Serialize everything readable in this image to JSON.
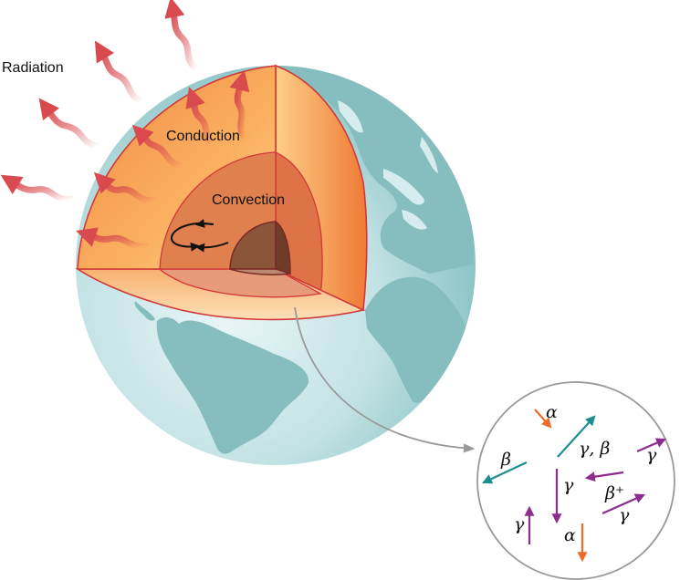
{
  "diagram": {
    "labels": {
      "radiation": "Radiation",
      "conduction": "Conduction",
      "convection": "Convection"
    },
    "colors": {
      "globe_ocean_light": "#e4f3f5",
      "globe_ocean_dark": "#7fbcbd",
      "globe_land": "#88bfc0",
      "crust_orange": "#f0883e",
      "crust_light": "#fdd28a",
      "mantle": "#e0804e",
      "core": "#8a5538",
      "outline_red": "#d2383a",
      "radiation_arrow": "#d84a4e",
      "connector": "#999999",
      "particle_circle": "#999999",
      "alpha_arrow": "#ef6b25",
      "beta_arrow": "#1c9090",
      "gamma_arrow": "#8d2c8e"
    },
    "zoom_inset": {
      "particles": [
        {
          "symbol": "α",
          "type": "alpha",
          "direction": "down-right"
        },
        {
          "symbol": "γ, β",
          "type": "beta",
          "direction": "up-right"
        },
        {
          "symbol": "β",
          "type": "beta",
          "direction": "down-left"
        },
        {
          "symbol": "γ",
          "type": "gamma",
          "direction": "up-right"
        },
        {
          "symbol": "γ",
          "type": "gamma",
          "direction": "down"
        },
        {
          "symbol": "β⁺",
          "type": "gamma",
          "direction": "left"
        },
        {
          "symbol": "γ",
          "type": "gamma",
          "direction": "up-right"
        },
        {
          "symbol": "γ",
          "type": "gamma",
          "direction": "up"
        },
        {
          "symbol": "α",
          "type": "alpha",
          "direction": "down"
        }
      ]
    }
  }
}
